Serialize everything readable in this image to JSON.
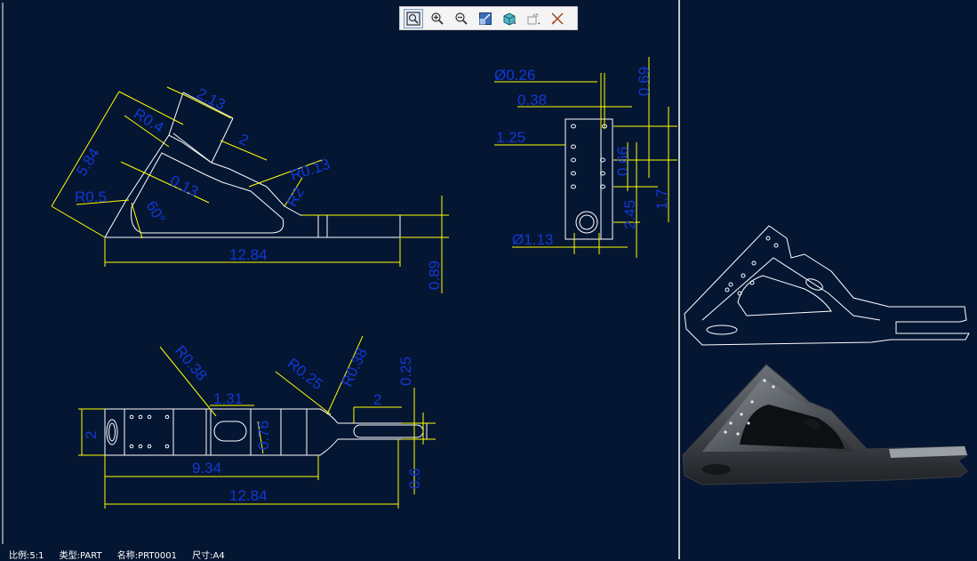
{
  "toolbar": {
    "buttons": [
      {
        "name": "zoom-fit-icon"
      },
      {
        "name": "zoom-in-icon"
      },
      {
        "name": "zoom-out-icon"
      },
      {
        "name": "display-style-icon"
      },
      {
        "name": "shaded-view-icon"
      },
      {
        "name": "annotation-display-icon"
      },
      {
        "name": "datum-display-icon"
      }
    ]
  },
  "front_view": {
    "dims": [
      "5.84",
      "2.13",
      "R0.4",
      "2",
      "R0.13",
      "0.13",
      "R0.5",
      "60°",
      "R2",
      "12.84",
      "0.89"
    ]
  },
  "side_view": {
    "dims": [
      "Ø0.26",
      "0.38",
      "0.69",
      "1.25",
      "0.66",
      "1.7",
      "2.45",
      "Ø1.13"
    ]
  },
  "top_view": {
    "dims": [
      "R0.38",
      "1.31",
      "R0.25",
      "R0.38",
      "0.25",
      "2",
      "2",
      "0.76",
      "9.34",
      "12.84",
      "0.6"
    ]
  },
  "status": {
    "scale": "比例:5:1",
    "type": "类型:PART",
    "name": "名称:PRT0001",
    "size": "尺寸:A4"
  },
  "colors": {
    "background": "#051633",
    "geometry": "#ffffff",
    "dimension_line": "#ffff00",
    "dimension_text": "#1238d4"
  }
}
